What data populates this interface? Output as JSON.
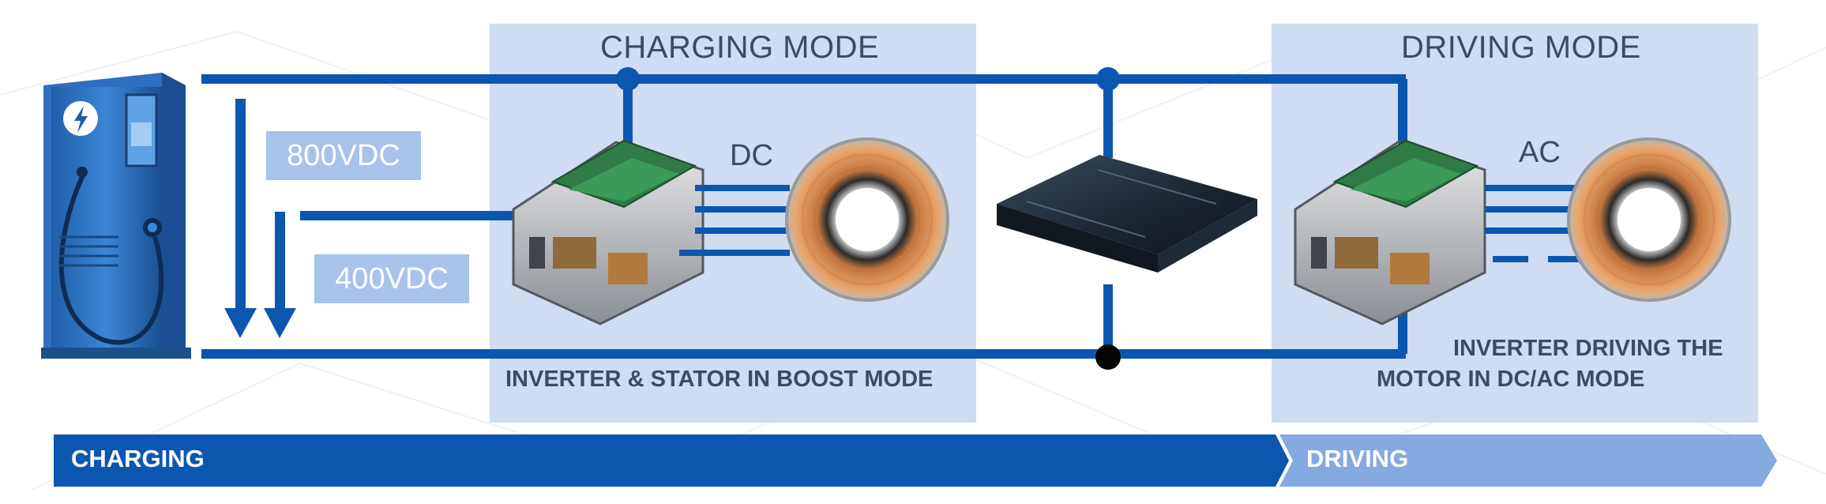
{
  "colors": {
    "primary_blue": "#0b57b0",
    "light_blue": "#84aadf",
    "panel_bg": "#cfdcf2",
    "label_box": "#a7c3ea",
    "text_dark": "#3d4a66"
  },
  "charging_panel": {
    "title": "CHARGING MODE",
    "current_type": "DC",
    "caption": "INVERTER & STATOR  IN BOOST MODE"
  },
  "driving_panel": {
    "title": "DRIVING MODE",
    "current_type": "AC",
    "caption_line1": "INVERTER DRIVING THE",
    "caption_line2": "MOTOR IN DC/AC MODE"
  },
  "voltages": {
    "high": "800VDC",
    "low": "400VDC"
  },
  "banner": {
    "charging": "CHARGING",
    "driving": "DRIVING"
  },
  "icons": [
    "charging-station-icon",
    "lightning-bolt-icon",
    "inverter-image",
    "stator-motor-image",
    "battery-pack-image"
  ]
}
